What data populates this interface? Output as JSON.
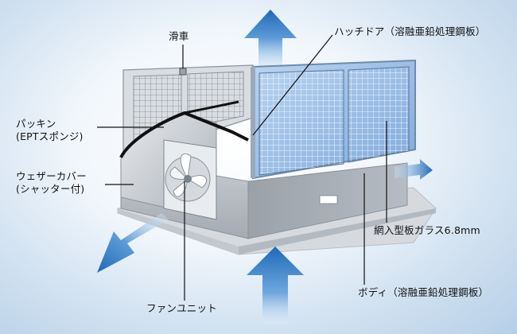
{
  "labels": {
    "pulley": "滑車",
    "hatch_door": "ハッチドア（溶融亜鉛処理鋼板）",
    "packing_line1": "パッキン",
    "packing_line2": "(EPTスポンジ)",
    "weather_cover_line1": "ウェザーカバー",
    "weather_cover_line2": "(シャッター付)",
    "wired_glass": "網入型板ガラス6.8mm",
    "body": "ボディ（溶融亜鉛処理鋼板）",
    "fan_unit": "ファンユニット"
  },
  "colors": {
    "arrow_blue": "#1f6ab8",
    "arrow_light": "#d9e9f7",
    "glass_blue": "#8fb8e6",
    "body_gray": "#aeb4bb",
    "line_black": "#111111"
  },
  "icons": [
    "up-arrow-icon",
    "down-left-arrow-icon",
    "right-arrow-icon",
    "fan-blade-icon"
  ]
}
